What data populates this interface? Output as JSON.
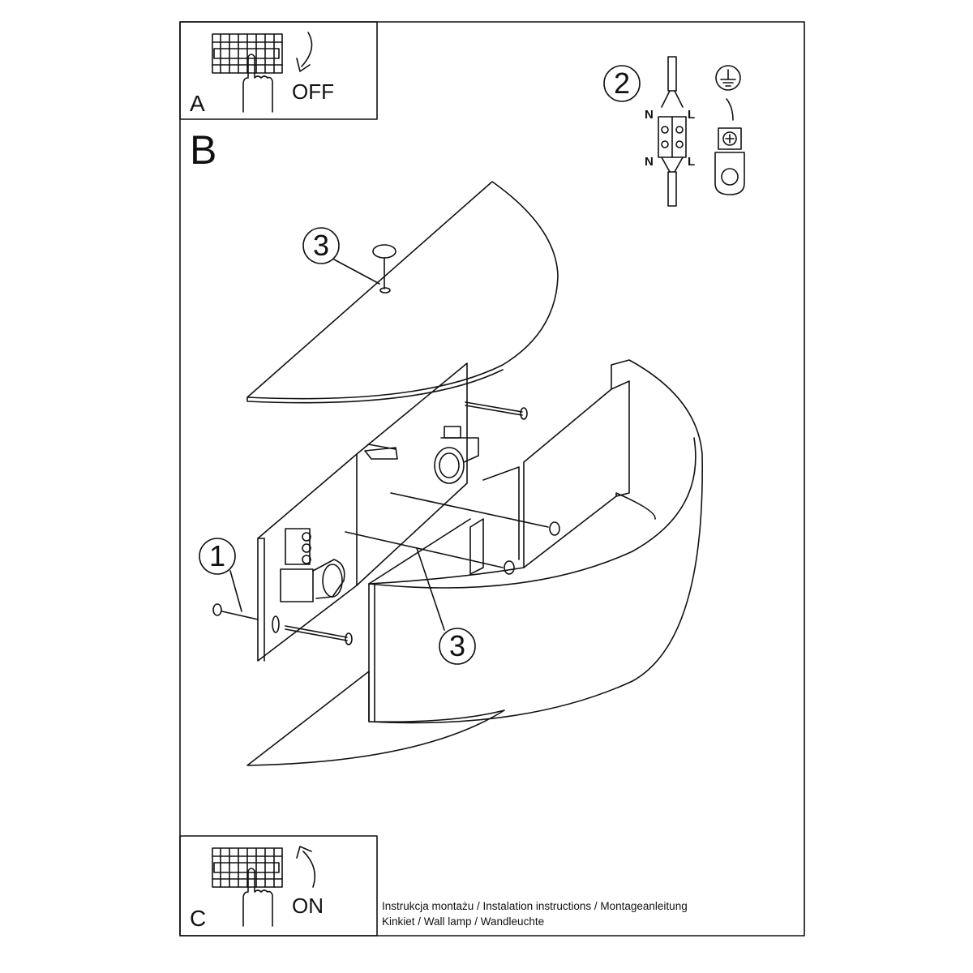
{
  "panels": {
    "A": {
      "letter": "A",
      "state": "OFF"
    },
    "B": {
      "letter": "B"
    },
    "C": {
      "letter": "C",
      "state": "ON"
    }
  },
  "callouts": {
    "one": "1",
    "two": "2",
    "three_top": "3",
    "three_bottom": "3"
  },
  "wiring": {
    "top_left": "N",
    "top_right": "L",
    "bottom_left": "N",
    "bottom_right": "L",
    "earth_icon": "ground-icon"
  },
  "footer": {
    "line1": "Instrukcja montażu / Instalation instructions / Montageanleitung",
    "line2": "Kinkiet  / Wall lamp / Wandleuchte"
  },
  "icons": [
    "circuit-breaker-icon",
    "hand-icon",
    "arrow-down-icon",
    "arrow-up-icon",
    "ground-icon",
    "screw-icon",
    "lamp-socket-icon",
    "terminal-block-icon"
  ],
  "colors": {
    "line": "#111111",
    "background": "#ffffff"
  }
}
